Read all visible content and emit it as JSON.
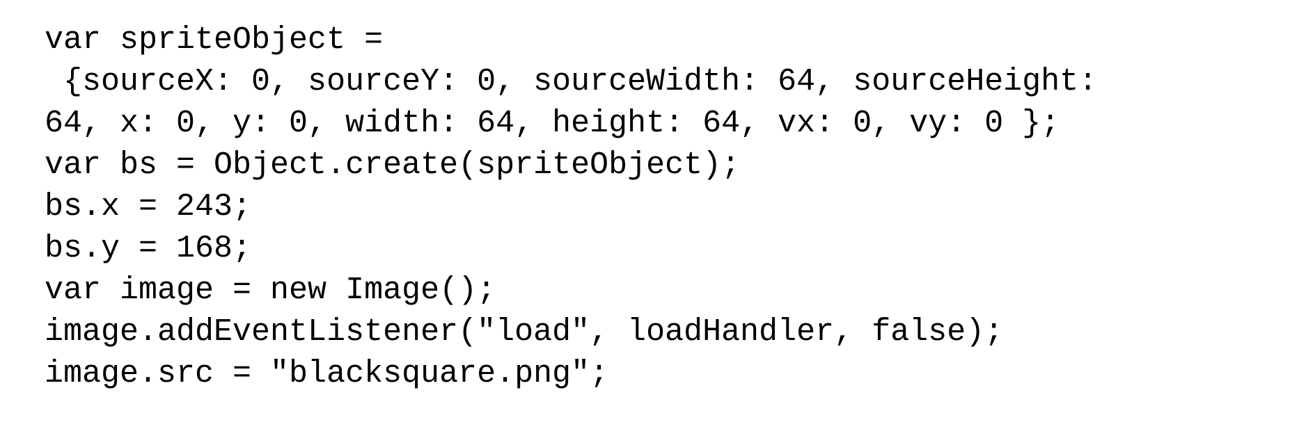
{
  "code": {
    "lines": [
      "var spriteObject =",
      " {sourceX: 0, sourceY: 0, sourceWidth: 64, sourceHeight:",
      "64, x: 0, y: 0, width: 64, height: 64, vx: 0, vy: 0 };",
      "var bs = Object.create(spriteObject);",
      "bs.x = 243;",
      "bs.y = 168;",
      "var image = new Image();",
      "image.addEventListener(\"load\", loadHandler, false);",
      "image.src = \"blacksquare.png\";"
    ]
  }
}
